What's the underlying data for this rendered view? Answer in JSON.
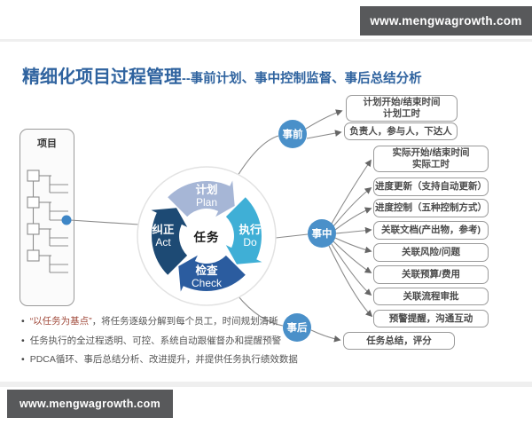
{
  "site": {
    "url": "www.mengwagrowth.com"
  },
  "title": {
    "main": "精细化项目过程管理",
    "sub": "--事前计划、事中控制监督、事后总结分析"
  },
  "project_panel": {
    "label": "项目"
  },
  "pdca": {
    "center": "任务",
    "segments": [
      {
        "zh": "计划",
        "en": "Plan",
        "color": "#a6b6d6"
      },
      {
        "zh": "执行",
        "en": "Do",
        "color": "#3fafd6"
      },
      {
        "zh": "检查",
        "en": "Check",
        "color": "#2b5c9f"
      },
      {
        "zh": "纠正",
        "en": "Act",
        "color": "#1d4a74"
      }
    ]
  },
  "stages": [
    {
      "label": "事前",
      "items": [
        "计划开始/结束时间\n计划工时",
        "负责人，参与人，下达人"
      ]
    },
    {
      "label": "事中",
      "items": [
        "实际开始/结束时间\n实际工时",
        "进度更新（支持自动更新）",
        "进度控制（五种控制方式）",
        "关联文档(产出物，参考)",
        "关联风险/问题",
        "关联预算/费用",
        "关联流程审批",
        "预警提醒，沟通互动"
      ]
    },
    {
      "label": "事后",
      "items": [
        "任务总结，评分"
      ]
    }
  ],
  "bullets": [
    {
      "highlight": "“以任务为基点”",
      "rest": "，将任务逐级分解到每个员工，时间规划清晰"
    },
    {
      "text": "任务执行的全过程透明、可控、系统自动跟催督办和提醒预警"
    },
    {
      "text": "PDCA循环、事后总结分析、改进提升，并提供任务执行绩效数据"
    }
  ],
  "colors": {
    "title": "#2f639f",
    "banner_bg": "#58595b",
    "stage_node": "#4a90c9",
    "dot": "#3e86c6",
    "connector": "#8a8a8a",
    "box_border": "#9a9a9a",
    "box_text": "#4a4a4a",
    "bullet_text": "#555555",
    "bullet_highlight": "#a0493a"
  }
}
